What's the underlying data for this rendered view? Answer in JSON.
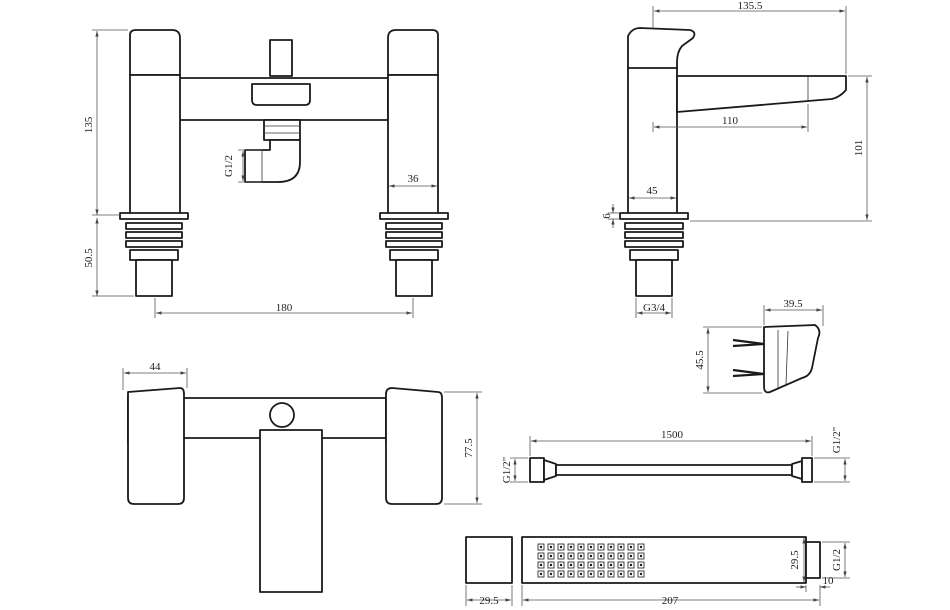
{
  "front_view": {
    "height_label": "135",
    "base_height_label": "50.5",
    "width_label": "180",
    "leg_width_label": "36",
    "outlet_thread_label": "G1/2"
  },
  "side_view": {
    "top_length_label": "135.5",
    "spout_length_label": "110",
    "total_height_label": "101",
    "body_width_label": "45",
    "plate_label": "6",
    "thread_label": "G3/4"
  },
  "holder_view": {
    "width_label": "39.5",
    "height_label": "45.5"
  },
  "top_view": {
    "width_label": "44",
    "depth_label": "77.5"
  },
  "hose_view": {
    "length_label": "1500",
    "left_thread_label": "G1/2\"",
    "right_thread_label": "G1/2\""
  },
  "handset_view": {
    "end_width_label": "29.5",
    "length_label": "207",
    "height_label": "29.5",
    "thread_label": "G1/2",
    "connector_label": "10"
  }
}
